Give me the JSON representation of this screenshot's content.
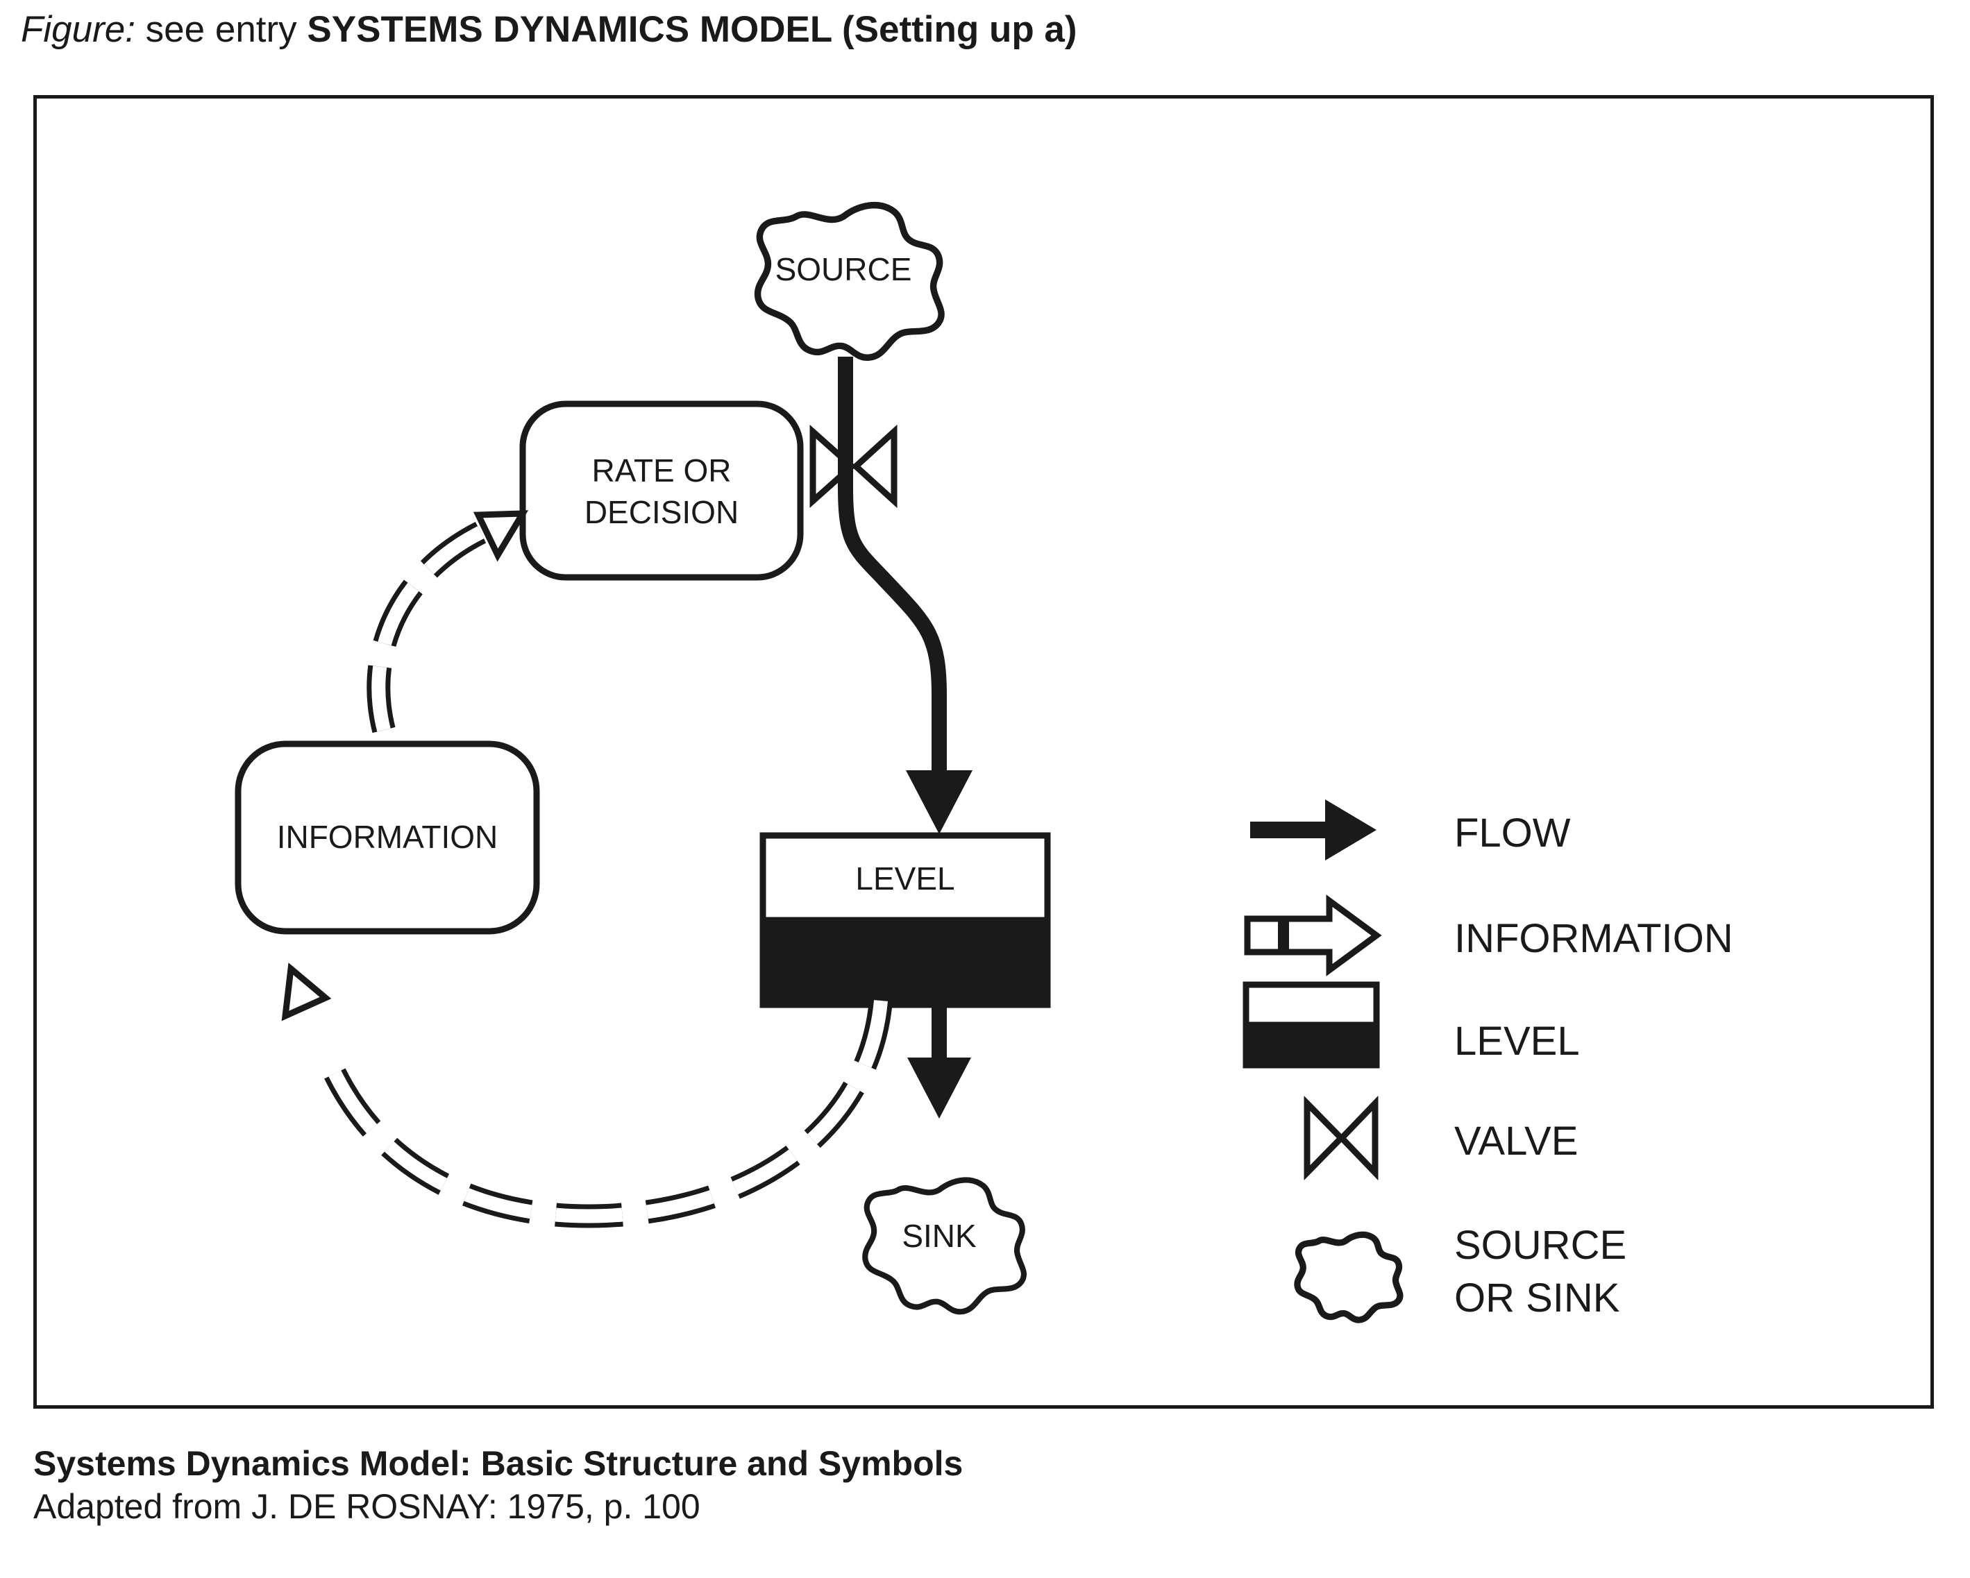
{
  "header": {
    "figure_word": "Figure:",
    "lead_text": " see entry ",
    "entry_name": "SYSTEMS DYNAMICS MODEL (Setting up a)"
  },
  "diagram": {
    "nodes": [
      {
        "id": "source",
        "label": "SOURCE",
        "shape": "blob"
      },
      {
        "id": "rate",
        "label": "RATE OR",
        "label2": "DECISION",
        "shape": "rounded-rect"
      },
      {
        "id": "information",
        "label": "INFORMATION",
        "shape": "rounded-rect"
      },
      {
        "id": "level",
        "label": "LEVEL",
        "shape": "level-box"
      },
      {
        "id": "sink",
        "label": "SINK",
        "shape": "blob"
      }
    ],
    "connectors": [
      {
        "id": "source-to-level",
        "type": "flow",
        "from": "source",
        "to": "level"
      },
      {
        "id": "level-to-sink",
        "type": "flow",
        "from": "level",
        "to": "sink"
      },
      {
        "id": "level-to-information",
        "type": "information",
        "from": "level",
        "to": "information"
      },
      {
        "id": "information-to-rate",
        "type": "information",
        "from": "information",
        "to": "rate"
      },
      {
        "id": "valve-on-flow",
        "type": "valve",
        "from": "rate",
        "to": "source-to-level"
      }
    ]
  },
  "legend": {
    "items": [
      {
        "symbol": "flow-arrow",
        "label": "FLOW"
      },
      {
        "symbol": "information-arrow",
        "label": "INFORMATION"
      },
      {
        "symbol": "level-box",
        "label": "LEVEL"
      },
      {
        "symbol": "valve-bowtie",
        "label": "VALVE"
      },
      {
        "symbol": "source-sink-blob",
        "label": "SOURCE",
        "label2": "OR SINK"
      }
    ]
  },
  "caption": {
    "title": "Systems Dynamics Model: Basic Structure and Symbols",
    "source": "Adapted from J. DE ROSNAY: 1975, p. 100"
  },
  "colors": {
    "ink": "#1a1a1a",
    "paper": "#ffffff"
  }
}
